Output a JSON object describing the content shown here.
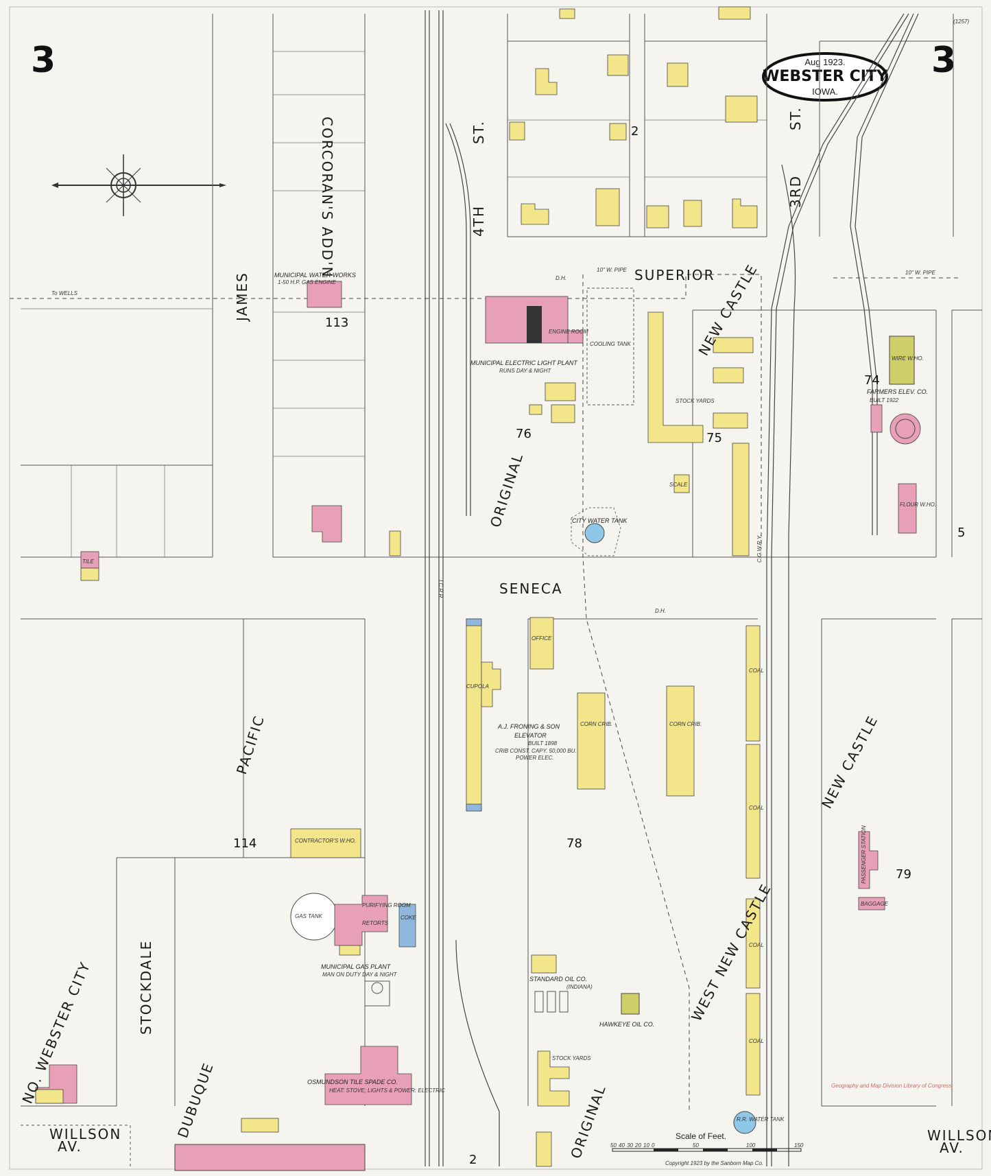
{
  "sheet": {
    "number_left": "3",
    "number_right": "3",
    "corner_ref": "(1257)"
  },
  "cartouche": {
    "date": "Aug 1923.",
    "city": "WEBSTER CITY",
    "state": "IOWA."
  },
  "streets": {
    "superior": "SUPERIOR",
    "seneca": "SENECA",
    "james": "JAMES",
    "fourth_st": "4TH",
    "fourth_st_suffix": "ST.",
    "third_st": "3RD",
    "third_st_suffix": "ST.",
    "stockdale": "STOCKDALE",
    "willson_left": "WILLSON",
    "willson_left_suffix": "AV.",
    "willson_right": "WILLSON",
    "willson_right_suffix": "AV."
  },
  "additions": {
    "corcoran": "CORCORAN'S ADD'N",
    "original_upper": "ORIGINAL",
    "original_lower": "ORIGINAL",
    "new_castle_upper": "NEW CASTLE",
    "west_new_castle": "WEST NEW CASTLE",
    "no_webster_city": "NO. WEBSTER CITY",
    "pacific": "PACIFIC",
    "dubuque": "DUBUQUE"
  },
  "block_numbers": [
    "113",
    "76",
    "75",
    "74",
    "5",
    "78",
    "79",
    "114",
    "2",
    "2"
  ],
  "labels": {
    "water_works": "MUNICIPAL WATER WORKS",
    "water_works_sub": "1-50 H.P. GAS ENGINE",
    "to_wells": "To WELLS",
    "light_plant": "MUNICIPAL ELECTRIC LIGHT PLANT",
    "light_plant_sub": "RUNS DAY & NIGHT",
    "engine_room": "ENGINE ROOM",
    "cooling_tank": "COOLING TANK",
    "stock_yards": "STOCK YARDS",
    "scale": "SCALE",
    "city_water_tank": "CITY WATER TANK",
    "farmers_elev": "FARMERS ELEV. CO.",
    "farmers_elev_sub": "BUILT 1922",
    "wire_wh": "WIRE W.HO.",
    "flour_wh": "FLOUR W.HO.",
    "office": "OFFICE",
    "cupola": "CUPOLA",
    "froning": "A.J. FRONING & SON",
    "froning_elevator": "ELEVATOR",
    "froning_built": "BUILT 1898",
    "froning_capy": "CRIB CONST. CAPY. 50,000 BU.",
    "froning_power": "POWER ELEC.",
    "corn_crib_1": "CORN CRIB.",
    "corn_crib_2": "CORN CRIB.",
    "coal": "COAL",
    "contractors": "CONTRACTOR'S W.HO.",
    "gas_tank": "GAS TANK",
    "purifying": "PURIFYING ROOM",
    "retorts": "RETORTS",
    "gas_plant": "MUNICIPAL GAS PLANT",
    "gas_plant_sub": "MAN ON DUTY DAY & NIGHT",
    "coke": "COKE",
    "standard_oil": "STANDARD OIL CO.",
    "standard_oil_sub": "(INDIANA)",
    "hawkeye": "HAWKEYE OIL CO.",
    "passenger_station": "PASSENGER STATION",
    "baggage": "BAGGAGE",
    "rr_water_tank": "R.R. WATER TANK",
    "osmundson": "OSMUNDSON TILE SPADE CO.",
    "osmundson_sub": "HEAT: STOVE; LIGHTS & POWER: ELECTRIC",
    "stock_yards_2": "STOCK YARDS",
    "icrr": "I.C.R.R.",
    "cgwry": "C.G.W.R.Y.",
    "pipe_superior": "10\" W. PIPE",
    "pipe_right": "10\" W. PIPE",
    "tile": "TILE",
    "dh": "D.H."
  },
  "scale_bar": {
    "title": "Scale of Feet.",
    "ticks": [
      "50",
      "40",
      "30",
      "20",
      "10",
      "0",
      "50",
      "100",
      "150"
    ]
  },
  "copyright": "Copyright 1923 by the Sanborn Map Co.",
  "stamp": "Geography and Map Division Library of Congress",
  "colors": {
    "dwelling": "#f2e58a",
    "brick": "#e8a0b8",
    "stone": "#8fb8dc",
    "paper": "#f6f4ee"
  }
}
